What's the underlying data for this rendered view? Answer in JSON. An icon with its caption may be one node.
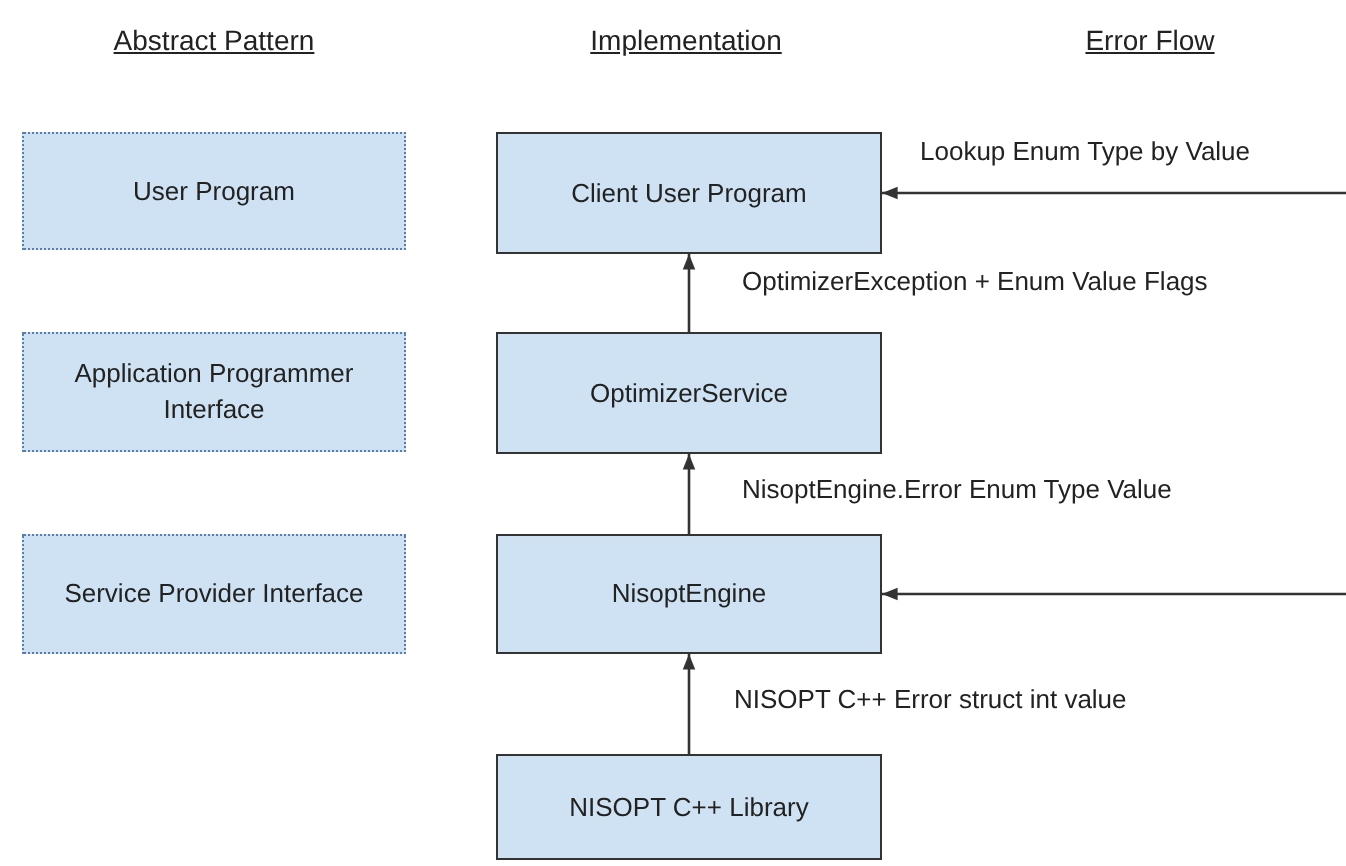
{
  "diagram": {
    "nodes": [
      {
        "text": [
          "User Program"
        ]
      },
      {
        "text": [
          "Application Programmer Interface"
        ]
      },
      {
        "text": [
          "Service Provider Interface"
        ]
      },
      {
        "text": [
          "Client User Program"
        ]
      },
      {
        "text": [
          "OptimizerService"
        ]
      },
      {
        "text": [
          "NisoptEngine"
        ]
      },
      {
        "text": [
          "NISOPT C++ Library"
        ]
      }
    ],
    "edges": [
      {
        "from": 4,
        "to": 3,
        "arrow": "to",
        "label": "OptimizerException + Enum Value Flags"
      },
      {
        "from": 5,
        "to": 4,
        "arrow": "to",
        "label": "NisoptEngine.Error Enum Type Value"
      },
      {
        "from": 6,
        "to": 5,
        "arrow": "to",
        "label": "NISOPT C++ Error struct int value"
      },
      {
        "from": null,
        "to": 3,
        "arrow": "to",
        "label": "Lookup Enum Type by Value"
      },
      {
        "from": null,
        "to": 5,
        "arrow": "to"
      }
    ],
    "labels": [
      "Abstract Pattern",
      "Implementation",
      "Error Flow"
    ]
  }
}
